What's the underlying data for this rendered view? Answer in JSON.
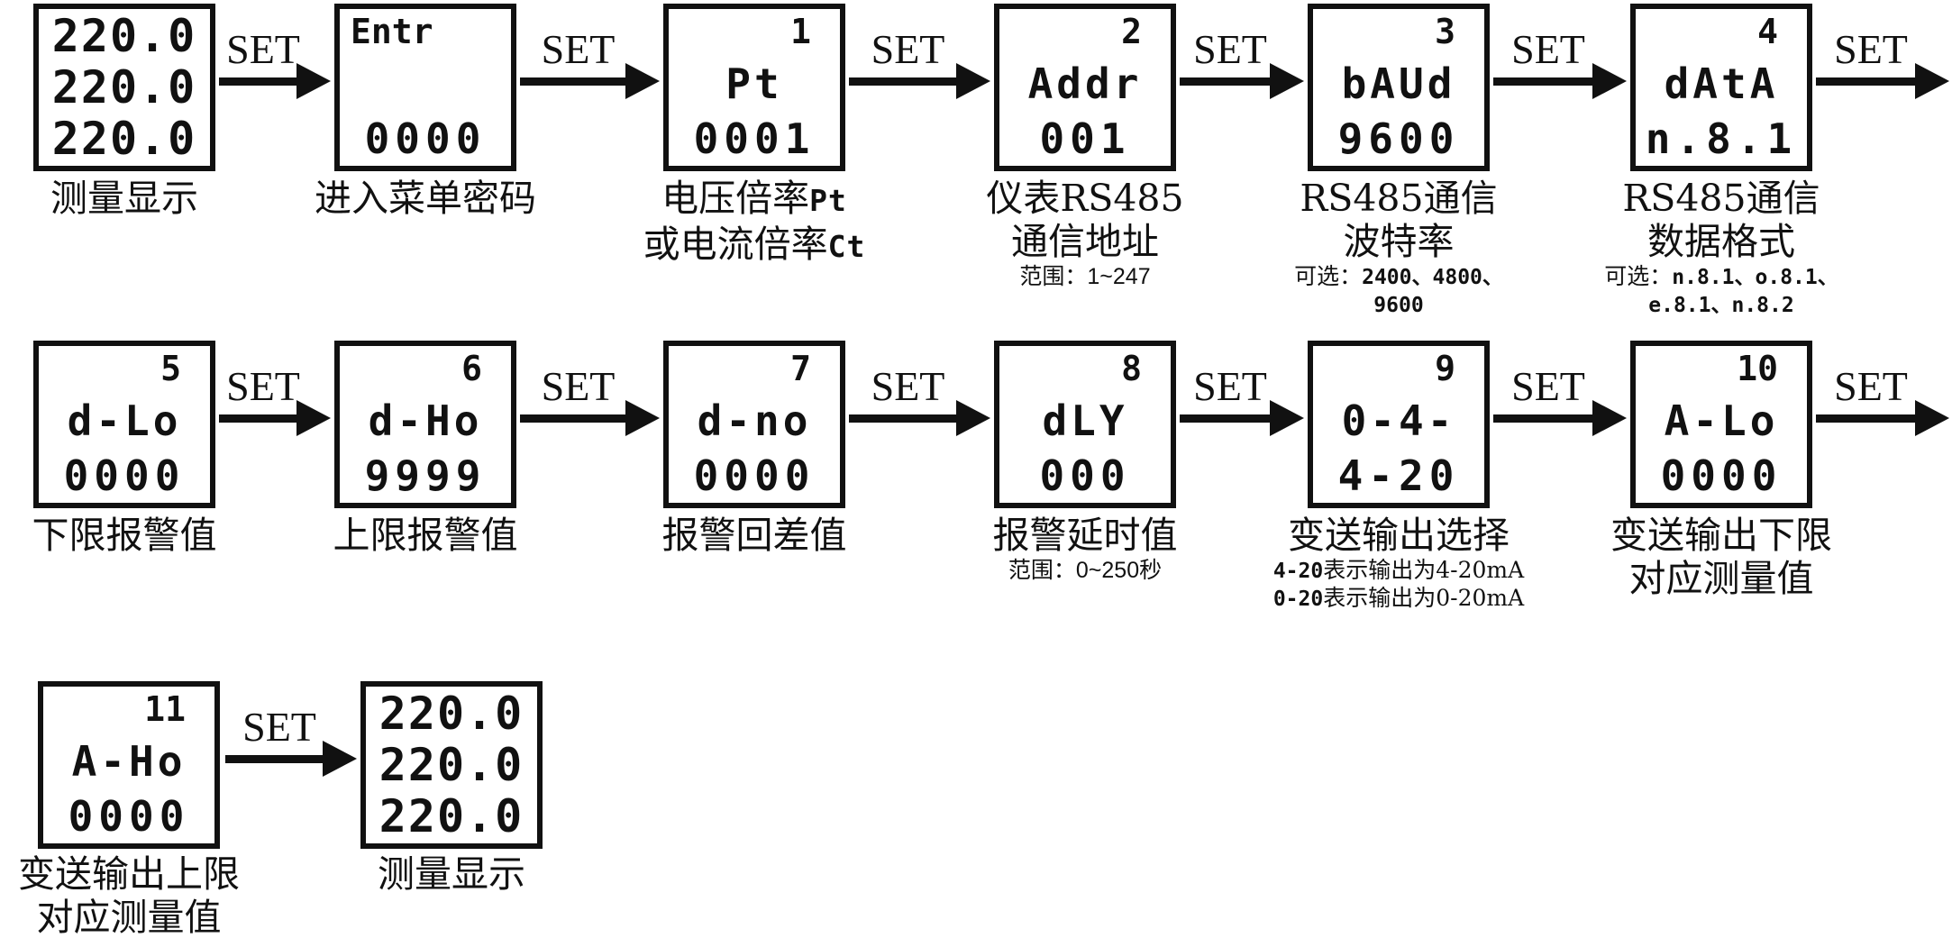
{
  "set_label": "SET",
  "ink_color": "#111111",
  "steps": {
    "s1": {
      "l1": "220.0",
      "l2": "220.0",
      "l3": "220.0",
      "caption": "测量显示"
    },
    "s2": {
      "name": "Entr",
      "value": "0000",
      "caption": "进入菜单密码"
    },
    "s3": {
      "index": "1",
      "name": "Pt",
      "value": "0001",
      "cap1": "电压倍率",
      "cap1_seg": "Pt",
      "cap2": "或电流倍率",
      "cap2_seg": "Ct"
    },
    "s4": {
      "index": "2",
      "name": "Addr",
      "value": "001",
      "cap1": "仪表RS485",
      "cap2": "通信地址",
      "fine_label": "范围：",
      "fine_value": "1~247"
    },
    "s5": {
      "index": "3",
      "name": "bAUd",
      "value": "9600",
      "cap1": "RS485通信",
      "cap2": "波特率",
      "fine_label": "可选：",
      "fine_seg1": "2400、4800、",
      "fine_seg2": "9600"
    },
    "s6": {
      "index": "4",
      "name": "dAtA",
      "value": "n.8.1",
      "cap1": "RS485通信",
      "cap2": "数据格式",
      "fine_label": "可选：",
      "fine_seg1": "n.8.1、o.8.1、",
      "fine_seg2": "e.8.1、n.8.2"
    },
    "s7": {
      "index": "5",
      "name": "d-Lo",
      "value": "0000",
      "caption": "下限报警值"
    },
    "s8": {
      "index": "6",
      "name": "d-Ho",
      "value": "9999",
      "caption": "上限报警值"
    },
    "s9": {
      "index": "7",
      "name": "d-no",
      "value": "0000",
      "caption": "报警回差值"
    },
    "s10": {
      "index": "8",
      "name": "dLY",
      "value": "000",
      "caption": "报警延时值",
      "fine_label": "范围：",
      "fine_value": "0~250秒"
    },
    "s11": {
      "index": "9",
      "name": "0-4-",
      "value": "4-20",
      "caption": "变送输出选择",
      "fine1_seg": "4-20",
      "fine1_text": "表示输出为4-20mA",
      "fine2_seg": "0-20",
      "fine2_text": "表示输出为0-20mA"
    },
    "s12": {
      "index": "10",
      "name": "A-Lo",
      "value": "0000",
      "cap1": "变送输出下限",
      "cap2": "对应测量值"
    },
    "s13": {
      "index": "11",
      "name": "A-Ho",
      "value": "0000",
      "cap1": "变送输出上限",
      "cap2": "对应测量值"
    },
    "s14": {
      "l1": "220.0",
      "l2": "220.0",
      "l3": "220.0",
      "caption": "测量显示"
    }
  }
}
